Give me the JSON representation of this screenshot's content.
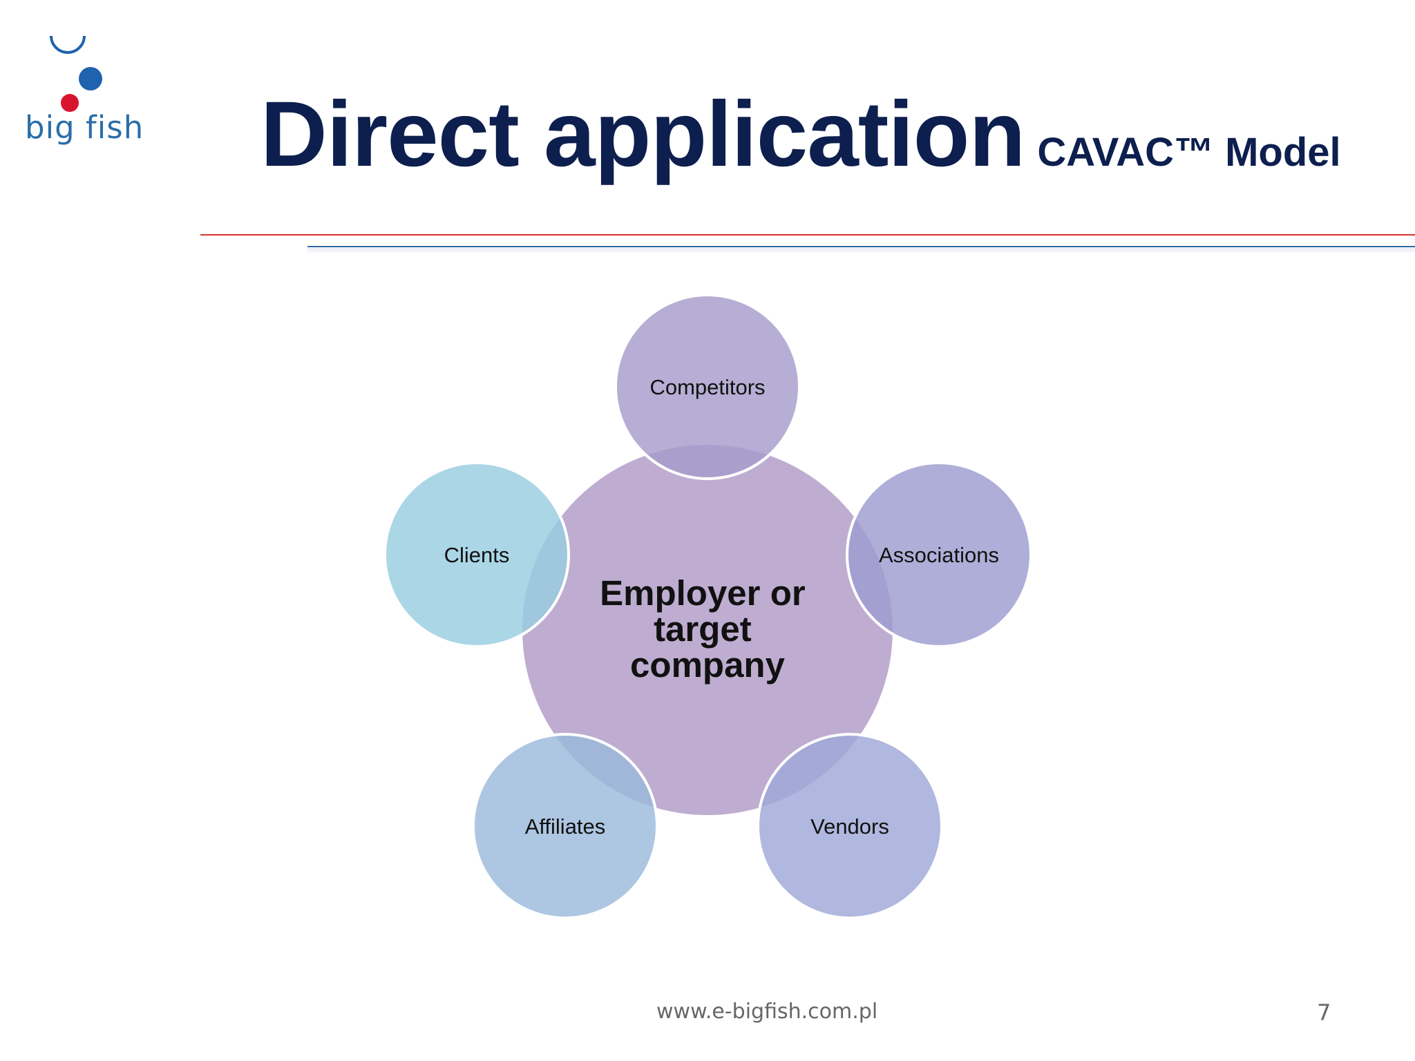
{
  "logo": {
    "text": "big fish",
    "colors": {
      "blue_dot": "#1f62ad",
      "red_dot": "#d8152f",
      "text": "#2b6ea8"
    }
  },
  "title": {
    "main": "Direct application",
    "sub": "CAVAC™ Model",
    "color": "#0d1f4e"
  },
  "diagram": {
    "center": {
      "lines": [
        "Employer or",
        "target",
        "company"
      ],
      "color": "#b9a6cc"
    },
    "nodes": [
      {
        "label": "Competitors",
        "color": "#a69cca"
      },
      {
        "label": "Associations",
        "color": "#9d9ccf"
      },
      {
        "label": "Vendors",
        "color": "#9fa8d8"
      },
      {
        "label": "Affiliates",
        "color": "#9bbadb"
      },
      {
        "label": "Clients",
        "color": "#98cde0"
      }
    ]
  },
  "footer": {
    "url": "www.e-bigfish.com.pl",
    "page": "7"
  }
}
